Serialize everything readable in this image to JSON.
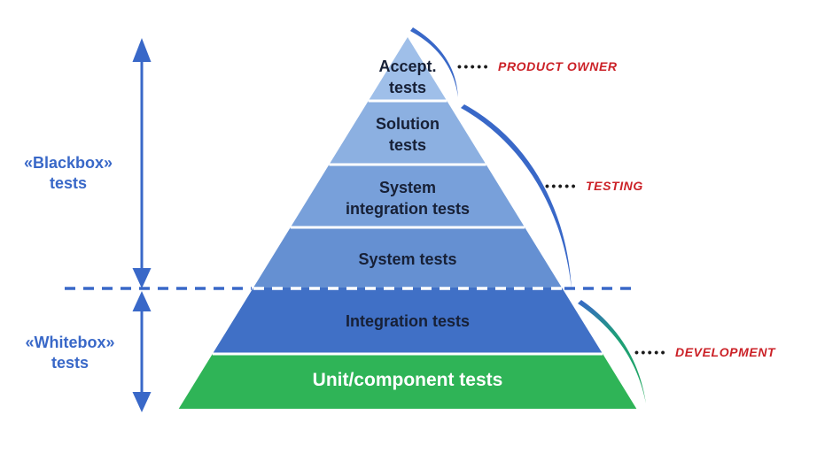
{
  "palette": {
    "accent_blue": "#3968c8",
    "label_red": "#cb2127",
    "dark_text": "#172036",
    "dots_black": "#1b1b1b",
    "separator_white": "#ffffff"
  },
  "pyramid": {
    "layers": [
      {
        "label": "Accept.\ntests",
        "color": "#9fbfe9"
      },
      {
        "label": "Solution\ntests",
        "color": "#8cb0e1"
      },
      {
        "label": "System\nintegration tests",
        "color": "#78a0da"
      },
      {
        "label": "System tests",
        "color": "#6590d2"
      },
      {
        "label": "Integration tests",
        "color": "#4070c6"
      },
      {
        "label": "Unit/component tests",
        "color": "#2fb457"
      }
    ]
  },
  "side_labels": {
    "blackbox": "«Blackbox»\ntests",
    "whitebox": "«Whitebox»\ntests"
  },
  "annotations": [
    {
      "dots": "•••••",
      "label": "PRODUCT OWNER"
    },
    {
      "dots": "•••••",
      "label": "TESTING"
    },
    {
      "dots": "•••••",
      "label": "DEVELOPMENT"
    }
  ]
}
